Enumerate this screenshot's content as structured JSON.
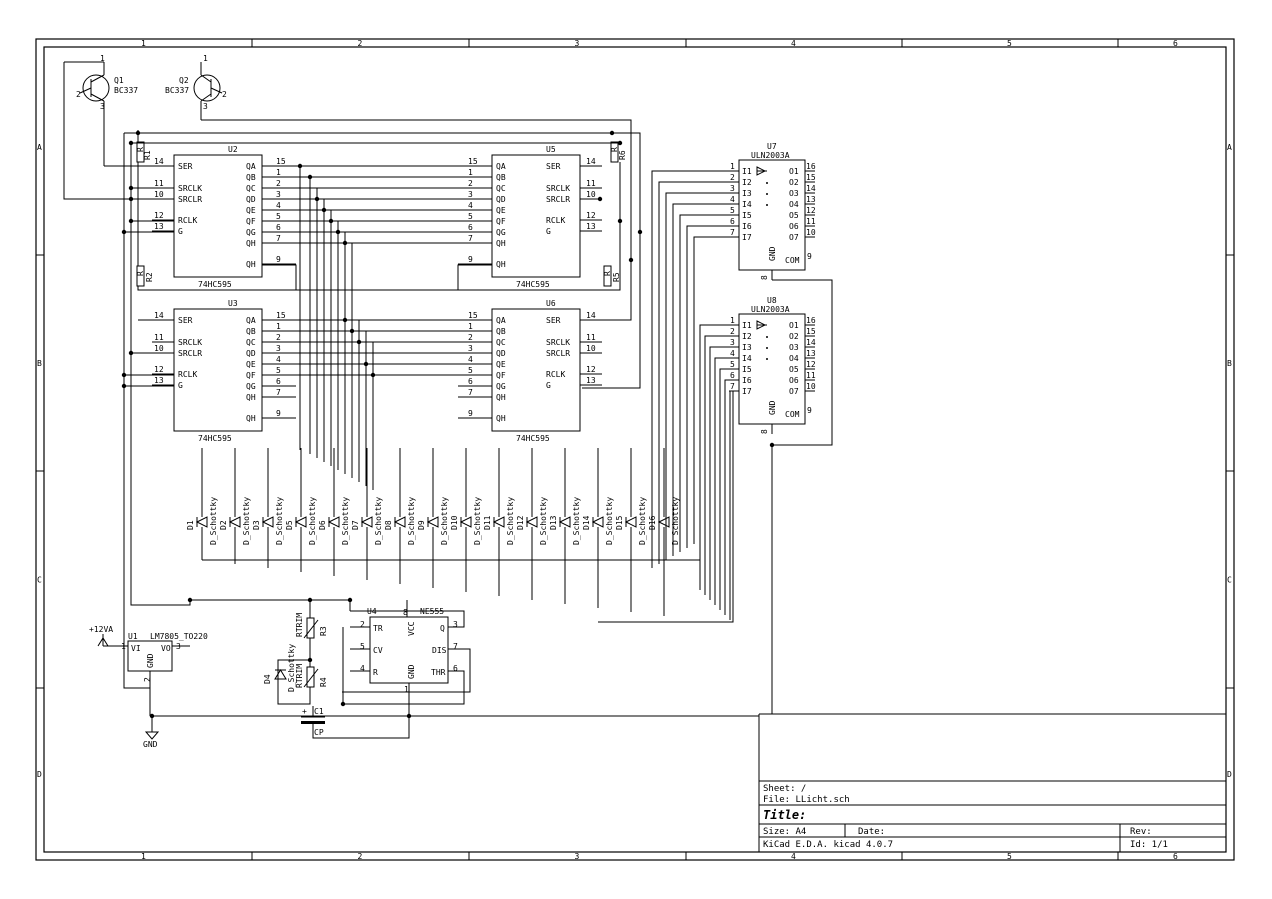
{
  "frame": {
    "columns": [
      "1",
      "2",
      "3",
      "4",
      "5",
      "6"
    ],
    "rows": [
      "A",
      "B",
      "C",
      "D"
    ]
  },
  "title_block": {
    "sheet": "Sheet: /",
    "file": "File: LLicht.sch",
    "title": "Title:",
    "size": "Size: A4",
    "date": "Date:",
    "rev": "Rev:",
    "tool": "KiCad E.D.A.  kicad 4.0.7",
    "id": "Id: 1/1"
  },
  "transistors": [
    {
      "ref": "Q1",
      "value": "BC337"
    },
    {
      "ref": "Q2",
      "value": "BC337"
    }
  ],
  "shift_registers": [
    {
      "ref": "U2",
      "value": "74HC595"
    },
    {
      "ref": "U3",
      "value": "74HC595"
    },
    {
      "ref": "U5",
      "value": "74HC595"
    },
    {
      "ref": "U6",
      "value": "74HC595"
    }
  ],
  "sr_pins_left": [
    "SER",
    "SRCLK",
    "SRCLR",
    "RCLK",
    "G"
  ],
  "sr_pin_nums_left": [
    "14",
    "11",
    "10",
    "12",
    "13"
  ],
  "sr_pins_right": [
    "QA",
    "QB",
    "QC",
    "QD",
    "QE",
    "QF",
    "QG",
    "QH",
    "QH"
  ],
  "sr_pin_nums_right": [
    "15",
    "1",
    "2",
    "3",
    "4",
    "5",
    "6",
    "7",
    "9"
  ],
  "drivers": [
    {
      "ref": "U7",
      "value": "ULN2003A"
    },
    {
      "ref": "U8",
      "value": "ULN2003A"
    }
  ],
  "uln_in": [
    "I1",
    "I2",
    "I3",
    "I4",
    "I5",
    "I6",
    "I7"
  ],
  "uln_out": [
    "O1",
    "O2",
    "O3",
    "O4",
    "O5",
    "O6",
    "O7"
  ],
  "uln_in_nums": [
    "1",
    "2",
    "3",
    "4",
    "5",
    "6",
    "7"
  ],
  "uln_out_nums": [
    "16",
    "15",
    "14",
    "13",
    "12",
    "11",
    "10"
  ],
  "uln_gnd": "GND",
  "uln_gnd_num": "8",
  "uln_com": "COM",
  "uln_com_num": "9",
  "resistors": [
    {
      "ref": "R1",
      "value": "R"
    },
    {
      "ref": "R2",
      "value": "R"
    },
    {
      "ref": "R5",
      "value": "R"
    },
    {
      "ref": "R6",
      "value": "R"
    }
  ],
  "diodes": [
    {
      "ref": "D1",
      "value": "D_Schottky"
    },
    {
      "ref": "D2",
      "value": "D_Schottky"
    },
    {
      "ref": "D3",
      "value": "D_Schottky"
    },
    {
      "ref": "D5",
      "value": "D_Schottky"
    },
    {
      "ref": "D6",
      "value": "D_Schottky"
    },
    {
      "ref": "D7",
      "value": "D_Schottky"
    },
    {
      "ref": "D8",
      "value": "D_Schottky"
    },
    {
      "ref": "D9",
      "value": "D_Schottky"
    },
    {
      "ref": "D10",
      "value": "D_Schottky"
    },
    {
      "ref": "D11",
      "value": "D_Schottky"
    },
    {
      "ref": "D12",
      "value": "D_Schottky"
    },
    {
      "ref": "D13",
      "value": "D_Schottky"
    },
    {
      "ref": "D14",
      "value": "D_Schottky"
    },
    {
      "ref": "D15",
      "value": "D_Schottky"
    },
    {
      "ref": "D16",
      "value": "D_Schottky"
    }
  ],
  "regulator": {
    "ref": "U1",
    "value": "LM7805_TO220",
    "vi": "VI",
    "vo": "VO",
    "gnd": "GND",
    "pin1": "1",
    "pin2": "2",
    "pin3": "3"
  },
  "power_12v": "+12VA",
  "power_gnd": "GND",
  "timer": {
    "ref": "U4",
    "value": "NE555",
    "tr": "TR",
    "cv": "CV",
    "r": "R",
    "vcc": "VCC",
    "gnd": "GND",
    "q": "Q",
    "dis": "DIS",
    "thr": "THR",
    "p2": "2",
    "p5": "5",
    "p4": "4",
    "p8": "8",
    "p1": "1",
    "p3": "3",
    "p7": "7",
    "p6": "6"
  },
  "trimmers": [
    {
      "ref": "R3",
      "value": "RTRIM"
    },
    {
      "ref": "R4",
      "value": "RTRIM"
    }
  ],
  "d4": {
    "ref": "D4",
    "value": "D_Schottky"
  },
  "cap": {
    "ref": "C1",
    "value": "CP",
    "plus": "+"
  }
}
